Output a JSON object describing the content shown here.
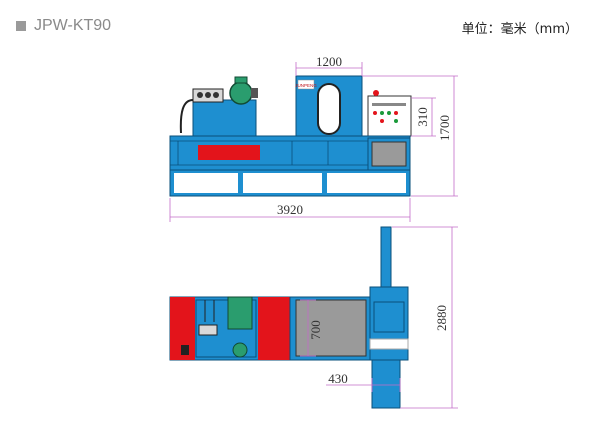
{
  "header": {
    "model": "JPW-KT90",
    "unit_label": "单位：毫米（mm）"
  },
  "front_view": {
    "dimensions": {
      "width_top": "1200",
      "height_overall": "1700",
      "height_box": "310",
      "length_overall": "3920"
    },
    "logo_text": "JUNPENG"
  },
  "top_view": {
    "dimensions": {
      "length_overall": "2880",
      "chamber_width": "700",
      "outlet_width": "430"
    }
  },
  "colors": {
    "machine_blue": "#1e8fd0",
    "accent_red": "#e3141b",
    "dimension_magenta": "#c36bc9",
    "grey_panel": "#9a9a9a"
  }
}
